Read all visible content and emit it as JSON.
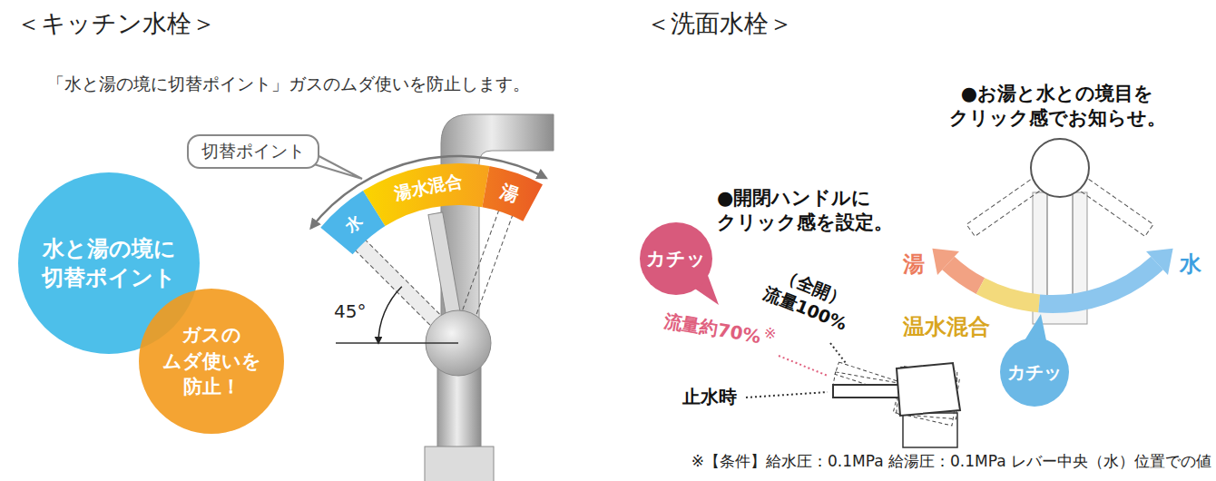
{
  "diagram": {
    "nodes": [
      {
        "text": [
          "水と湯の境に 切替ポイント"
        ]
      },
      {
        "text": [
          "ガスの ムダ使いを 防止！"
        ]
      },
      {
        "text": [
          "切替ポイント"
        ]
      },
      {
        "text": [
          "水"
        ]
      },
      {
        "text": [
          "湯水混合"
        ]
      },
      {
        "text": [
          "湯"
        ]
      },
      {
        "text": [
          "カチッ"
        ]
      },
      {
        "text": [
          "カチッ"
        ]
      }
    ],
    "labels": [
      "＜キッチン水栓＞",
      "「水と湯の境に切替ポイント」ガスのムダ使いを防止します。",
      "45°",
      "＜洗面水栓＞",
      "●お湯と水との境目を クリック感でお知らせ。",
      "●開閉ハンドルに クリック感を設定。",
      "（全開） 流量100%",
      "流量約70%",
      "※",
      "止水時",
      "湯",
      "温水混合",
      "水",
      "※【条件】給水圧：0.1MPa 給湯圧：0.1MPa レバー中央（水）位置での値"
    ]
  }
}
